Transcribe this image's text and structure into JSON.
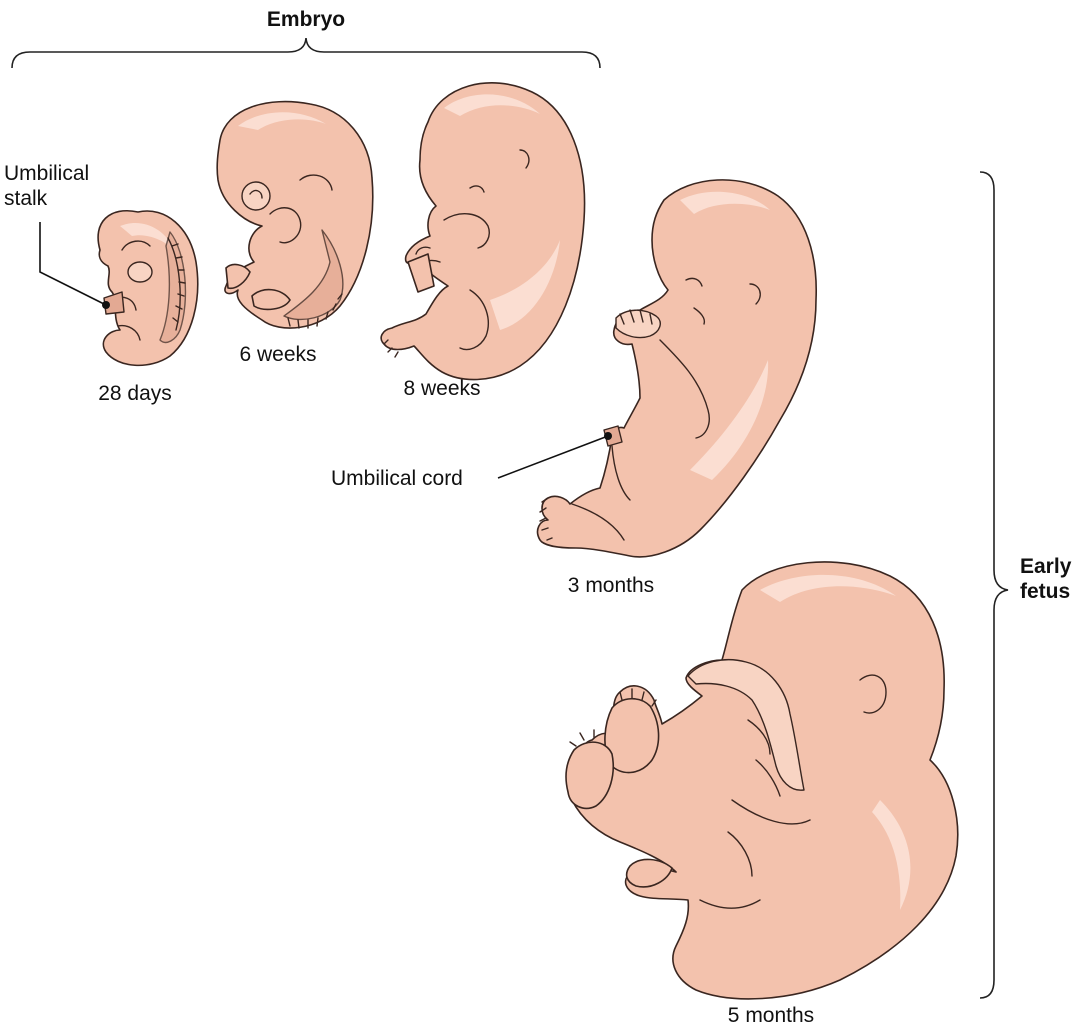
{
  "groups": {
    "embryo": "Embryo",
    "early_fetus_line1": "Early",
    "early_fetus_line2": "fetus"
  },
  "stages": {
    "day28": "28 days",
    "week6": "6 weeks",
    "week8": "8 weeks",
    "month3": "3 months",
    "month5": "5 months"
  },
  "callouts": {
    "umbilical_stalk_line1": "Umbilical",
    "umbilical_stalk_line2": "stalk",
    "umbilical_cord": "Umbilical cord"
  },
  "colors": {
    "skin": "#f3c2ad",
    "outline": "#3a2620",
    "text": "#111111"
  }
}
